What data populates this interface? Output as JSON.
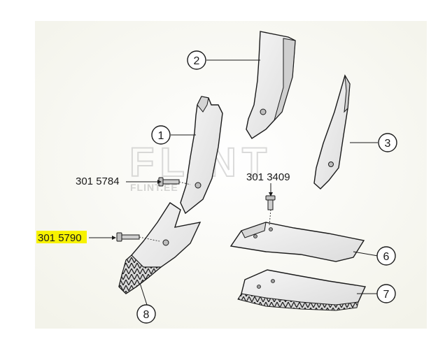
{
  "diagram": {
    "callouts": [
      {
        "id": "c1",
        "number": "1"
      },
      {
        "id": "c2",
        "number": "2"
      },
      {
        "id": "c3",
        "number": "3"
      },
      {
        "id": "c6",
        "number": "6"
      },
      {
        "id": "c7",
        "number": "7"
      },
      {
        "id": "c8",
        "number": "8"
      }
    ],
    "part_numbers": {
      "bolt_upper": "301 5784",
      "bolt_lower": "301 5790",
      "bolt_right": "301 3409"
    },
    "watermark": {
      "main": "FLINT",
      "sub": "FLINT.EE"
    },
    "colors": {
      "highlight": "#f7f200",
      "background_tint": "#f6f6f0",
      "part_fill": "#eeeeee",
      "outline": "#1a1a1a"
    }
  }
}
